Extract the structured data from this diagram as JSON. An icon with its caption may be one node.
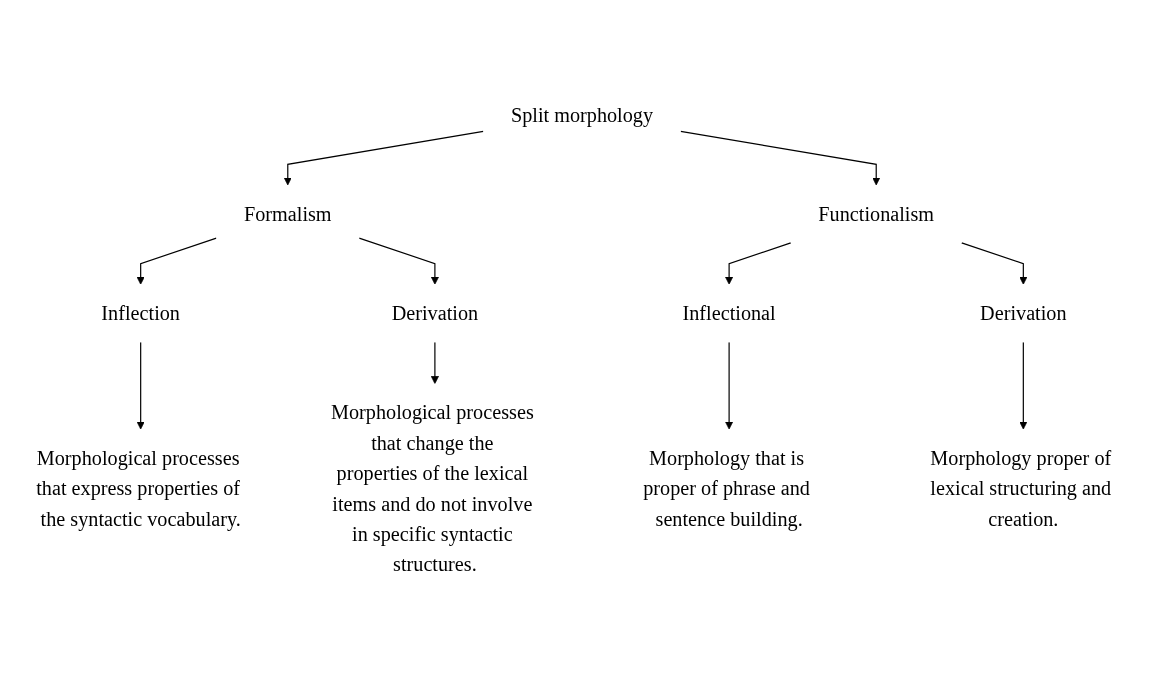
{
  "diagram": {
    "nodes": [
      {
        "text": [
          "Split morphology"
        ]
      },
      {
        "text": [
          "Formalism"
        ]
      },
      {
        "text": [
          "Functionalism"
        ]
      },
      {
        "text": [
          "Inflection"
        ]
      },
      {
        "text": [
          "Derivation"
        ]
      },
      {
        "text": [
          "Inflectional"
        ]
      },
      {
        "text": [
          "Derivation"
        ]
      },
      {
        "text": [
          "Morphological processes that express properties of the syntactic vocabulary."
        ]
      },
      {
        "text": [
          "Morphological processes that change the properties of the lexical items and do not involve in specific syntactic structures."
        ]
      },
      {
        "text": [
          "Morphology that is proper of phrase and sentence building."
        ]
      },
      {
        "text": [
          "Morphology proper of lexical structuring and creation."
        ]
      }
    ],
    "edges": [
      {
        "from": 0,
        "to": 1,
        "arrow": "to"
      },
      {
        "from": 0,
        "to": 2,
        "arrow": "to"
      },
      {
        "from": 1,
        "to": 3,
        "arrow": "to"
      },
      {
        "from": 1,
        "to": 4,
        "arrow": "to"
      },
      {
        "from": 2,
        "to": 5,
        "arrow": "to"
      },
      {
        "from": 2,
        "to": 6,
        "arrow": "to"
      },
      {
        "from": 3,
        "to": 7,
        "arrow": "to"
      },
      {
        "from": 4,
        "to": 8,
        "arrow": "to"
      },
      {
        "from": 5,
        "to": 9,
        "arrow": "to"
      },
      {
        "from": 6,
        "to": 10,
        "arrow": "to"
      }
    ]
  }
}
